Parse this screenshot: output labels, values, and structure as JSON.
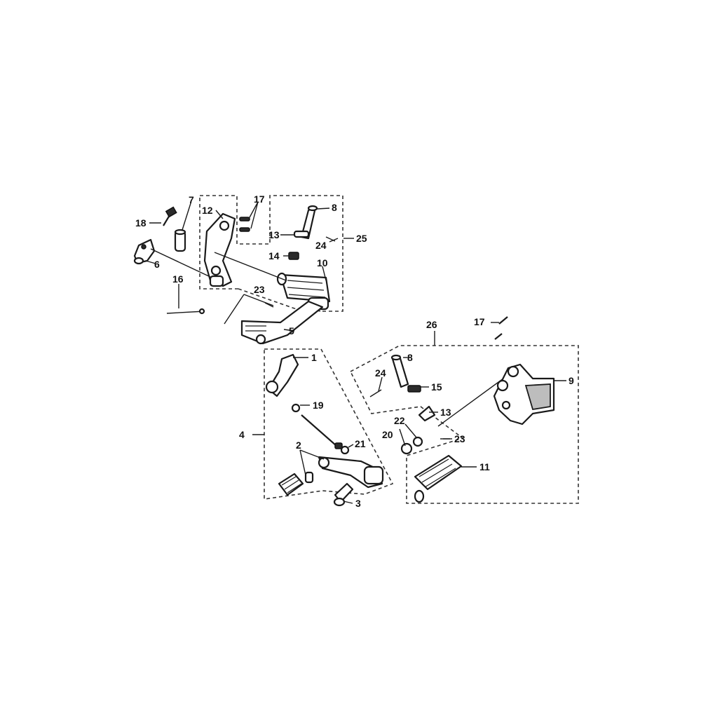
{
  "callouts": {
    "c1": "1",
    "c2": "2",
    "c3": "3",
    "c4": "4",
    "c5": "5",
    "c6": "6",
    "c7": "7",
    "c8a": "8",
    "c8b": "8",
    "c9": "9",
    "c10": "10",
    "c11": "11",
    "c12": "12",
    "c13a": "13",
    "c13b": "13",
    "c14": "14",
    "c15": "15",
    "c16": "16",
    "c17a": "17",
    "c17b": "17",
    "c18": "18",
    "c19": "19",
    "c20": "20",
    "c21": "21",
    "c22": "22",
    "c23a": "23",
    "c23b": "23",
    "c24a": "24",
    "c24b": "24",
    "c25": "25",
    "c26": "26"
  },
  "colors": {
    "line": "#1a1a1a",
    "background": "#ffffff",
    "dashed_box": "#333333"
  }
}
